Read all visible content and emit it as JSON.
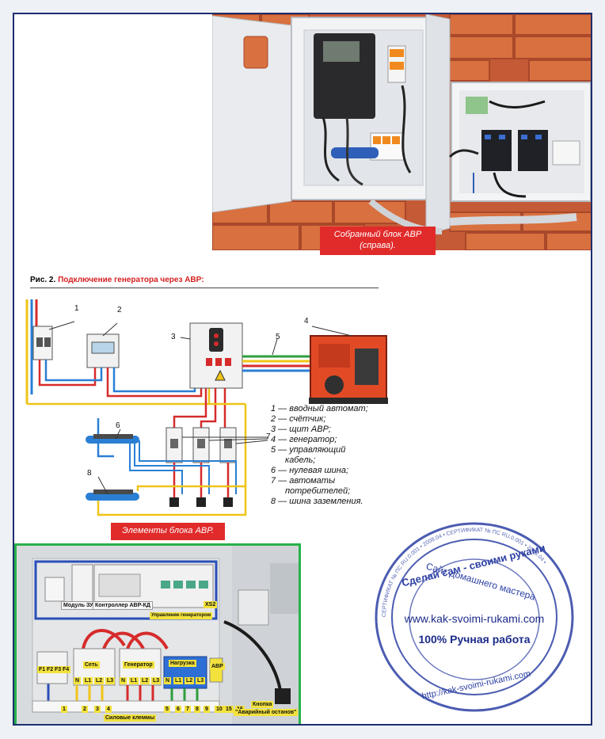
{
  "photo_caption": "Собранный блок АВР (справа).",
  "figure": {
    "label": "Рис. 2.",
    "title": "Подключение генератора через АВР:",
    "numbers": [
      "1",
      "2",
      "3",
      "4",
      "5",
      "6",
      "7",
      "8"
    ]
  },
  "legend": [
    "1 — вводный автомат;",
    "2 — счётчик;",
    "3 — щит АВР;",
    "4 — генератор;",
    "5 — управляющий",
    "кабель;",
    "6 — нулевая шина;",
    "7 — автоматы",
    "потребителей;",
    "8 — шина заземления."
  ],
  "elements_caption": "Элементы блока АВР.",
  "photo_labels": {
    "module": "Модуль ЗУ",
    "controller": "Контроллер АВР-КД",
    "xs2": "XS2",
    "gen_control": "Управление генератором",
    "net": "Сеть",
    "generator": "Генератор",
    "load": "Нагрузка",
    "avr": "АВР",
    "terminals": "Силовые клеммы",
    "button": "Кнопка",
    "button2": "\"Аварийный останов\"",
    "fuses": [
      "F1",
      "F2",
      "F3",
      "F4"
    ],
    "net_pins": [
      "N",
      "L1",
      "L2",
      "L3"
    ],
    "gen_pins": [
      "N",
      "L1",
      "L2",
      "L3"
    ],
    "load_pins": [
      "N",
      "L1",
      "L2",
      "L3"
    ],
    "bottom_numbers": [
      "1",
      "2",
      "3",
      "4",
      "5",
      "6",
      "7",
      "8",
      "9",
      "10",
      "15",
      "16"
    ]
  },
  "stamp": {
    "top_text": "Сделай сам - своими руками",
    "sub_text": "Сайт домашнего мастера",
    "url_main": "www.kak-svoimi-rukami.com",
    "handmade": "100% Ручная работа",
    "url_bottom": "http://kak-svoimi-rukami.com",
    "ring_text": "СЕРТИФИКАТ № ПС RU.0.001 • 2008.04 • СЕРТИФИКАТ № ПС RU.0.001 • 2008.04 •"
  },
  "colors": {
    "accent_red": "#e12a2a",
    "stamp_blue": "#2c3fa3",
    "frame_border": "#1d2e6e",
    "wire_yellow": "#f0c419",
    "wire_green": "#2e9e3e",
    "wire_blue": "#2a7fd4",
    "wire_red": "#d62b2b"
  }
}
